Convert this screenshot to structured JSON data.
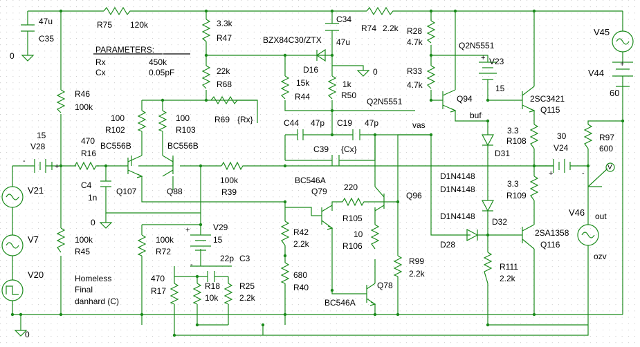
{
  "labels": {
    "c35_val": "47u",
    "c35_name": "C35",
    "gnd0_a": "0",
    "r75_name": "R75",
    "r75_val": "120k",
    "params_title": "PARAMETERS:",
    "rx_name": "Rx",
    "rx_val": "450k",
    "cx_name": "Cx",
    "cx_val": "0.05pF",
    "r47_val": "3.3k",
    "r47_name": "R47",
    "d16_part": "BZX84C30/ZTX",
    "d16_name": "D16",
    "c34_name": "C34",
    "c34_val": "47u",
    "r74_name": "R74",
    "r74_val": "2.2k",
    "r28_name": "R28",
    "r28_val": "4.7k",
    "q94_part": "Q2N5551",
    "gnd0_b": "0",
    "v23_name": "V23",
    "v23_val": "15",
    "v45_name": "V45",
    "v44_name": "V44",
    "v44_val": "60",
    "r68_val": "22k",
    "r68_name": "R68",
    "r44_val": "15k",
    "r44_name": "R44",
    "r50_val": "1k",
    "r50_name": "R50",
    "r33_name": "R33",
    "r33_val": "4.7k",
    "q94_name": "Q94",
    "buf": "buf",
    "q115_part": "2SC3421",
    "q115_name": "Q115",
    "r46_name": "R46",
    "r46_val": "100k",
    "r102_val": "100",
    "r102_name": "R102",
    "r103_val": "100",
    "r103_name": "R103",
    "r69_name": "R69",
    "r69_val": "{Rx}",
    "q79_part_top": "Q2N5551",
    "c44_name": "C44",
    "c44_val": "47p",
    "c19_name": "C19",
    "c19_val": "47p",
    "vas": "vas",
    "r108_val": "3.3",
    "r108_name": "R108",
    "v24_val": "30",
    "v24_name": "V24",
    "r97_name": "R97",
    "r97_val": "600",
    "v28_val": "15",
    "v28_name": "V28",
    "r16_val": "470",
    "r16_name": "R16",
    "q107_part": "BC556B",
    "q88_part": "BC556B",
    "c39_name": "C39",
    "c39_val": "{Cx}",
    "d31_name": "D31",
    "c4_name": "C4",
    "c4_val": "1n",
    "q107_name": "Q107",
    "q88_name": "Q88",
    "r39_val": "100k",
    "r39_name": "R39",
    "q79_part": "BC546A",
    "q79_name": "Q79",
    "r105_val": "220",
    "r105_name": "R105",
    "q96_name": "Q96",
    "d1n_a": "D1N4148",
    "d1n_b": "D1N4148",
    "r109_val": "3.3",
    "r109_name": "R109",
    "v21_name": "V21",
    "gnd0_c": "0",
    "v29_name": "V29",
    "v29_val": "15",
    "r42_name": "R42",
    "r42_val": "2.2k",
    "r106_val": "10",
    "r106_name": "R106",
    "d1n_c": "D1N4148",
    "d32_name": "D32",
    "q116_part": "2SA1358",
    "q116_name": "Q116",
    "v46_name": "V46",
    "out": "out",
    "v7_name": "V7",
    "r45_val": "100k",
    "r45_name": "R45",
    "r72_val": "100k",
    "r72_name": "R72",
    "c3_val": "22p",
    "c3_name": "C3",
    "d28_name": "D28",
    "r99_name": "R99",
    "r99_val": "2.2k",
    "ozv": "ozv",
    "v20_name": "V20",
    "note1": "Homeless",
    "note2": "Final",
    "note3": "danhard (C)",
    "r17_val": "470",
    "r17_name": "R17",
    "r18_name": "R18",
    "r18_val": "10k",
    "r25_name": "R25",
    "r25_val": "2.2k",
    "r40_val": "680",
    "r40_name": "R40",
    "q78_name": "Q78",
    "q78_part": "BC546A",
    "r111_name": "R111",
    "r111_val": "2.2k",
    "gnd0_d": "0",
    "probe_v": "V"
  }
}
